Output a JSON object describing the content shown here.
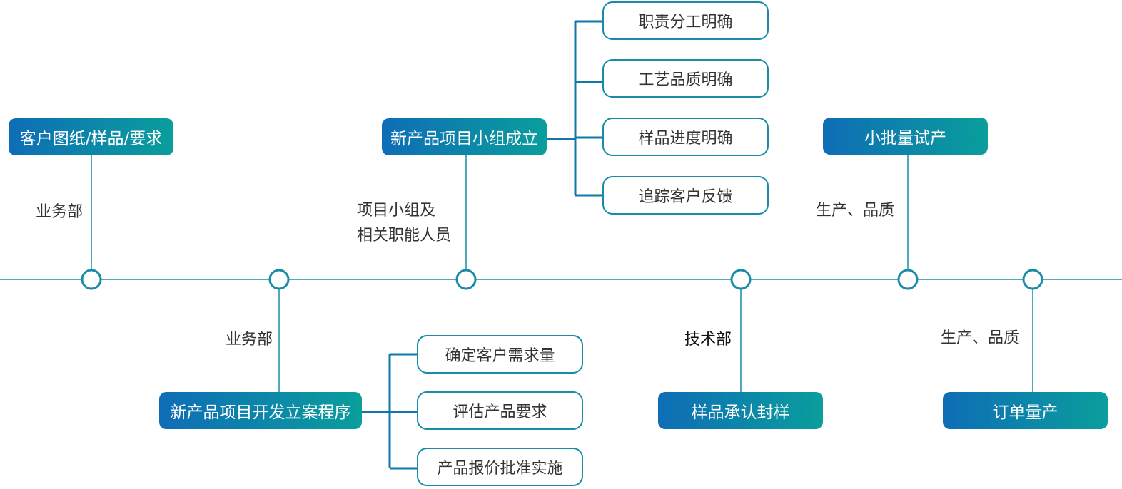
{
  "colors": {
    "line": "#1a8ba6",
    "bracket": "#1277a8",
    "grad_start": "#0e6db6",
    "grad_end": "#0a9e9c",
    "text": "#333333"
  },
  "stages": {
    "s1": "客户图纸/样品/要求",
    "s2": "新产品项目开发立案程序",
    "s3": "新产品项目小组成立",
    "s4": "样品承认封样",
    "s5": "小批量试产",
    "s6": "订单量产"
  },
  "depts": {
    "d1": "业务部",
    "d2": "业务部",
    "d3_line1": "项目小组及",
    "d3_line2": "相关职能人员",
    "d4": "技术部",
    "d5": "生产、品质",
    "d6": "生产、品质"
  },
  "tasks_top": [
    "职责分工明确",
    "工艺品质明确",
    "样品进度明确",
    "追踪客户反馈"
  ],
  "tasks_bottom": [
    "确定客户需求量",
    "评估产品要求",
    "产品报价批准实施"
  ]
}
